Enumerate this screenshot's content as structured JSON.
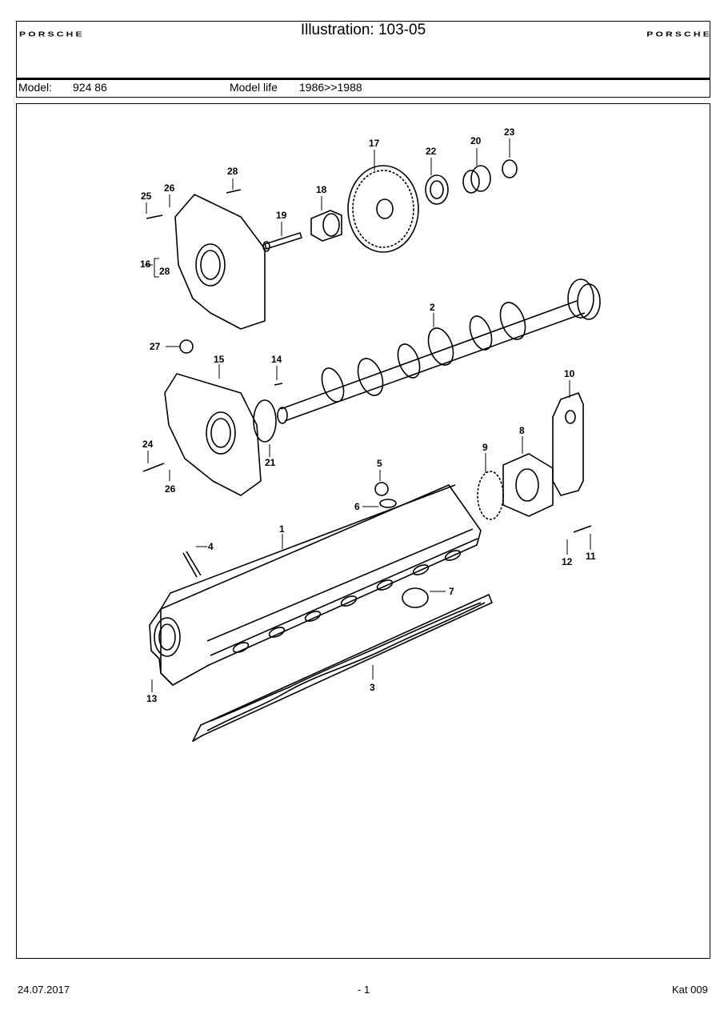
{
  "header": {
    "brand_left": "PORSCHE",
    "brand_right": "PORSCHE",
    "title": "Illustration: 103-05"
  },
  "model_bar": {
    "model_label": "Model:",
    "model_value": "924 86",
    "life_label": "Model life",
    "life_value": "1986>>1988"
  },
  "diagram": {
    "callouts": [
      "1",
      "2",
      "3",
      "4",
      "5",
      "6",
      "7",
      "8",
      "9",
      "10",
      "11",
      "12",
      "13",
      "14",
      "15",
      "16",
      "17",
      "18",
      "19",
      "20",
      "21",
      "22",
      "23",
      "24",
      "25",
      "26",
      "27",
      "28"
    ],
    "bracket_label_16": "16",
    "bracket_label_28": "28",
    "callout_26b": "26"
  },
  "footer": {
    "date": "24.07.2017",
    "page": "- 1",
    "catalog": "Kat 009"
  }
}
